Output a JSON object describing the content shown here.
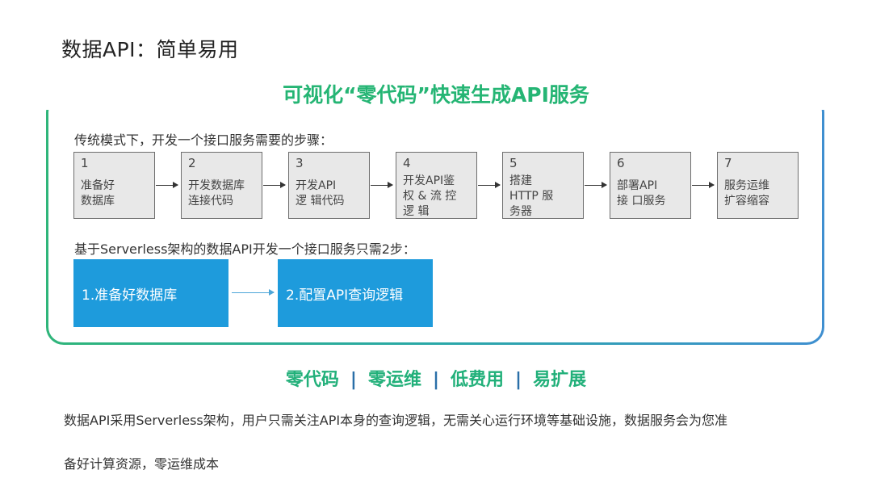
{
  "title": "数据API：简单易用",
  "banner": "可视化“零代码”快速生成API服务",
  "traditional": {
    "heading": "传统模式下，开发一个接口服务需要的步骤：",
    "steps": [
      {
        "num": "1",
        "text": "准备好\n数据库"
      },
      {
        "num": "2",
        "text": "开发数据库\n连接代码"
      },
      {
        "num": "3",
        "text": "开发API\n逻 辑代码"
      },
      {
        "num": "4",
        "text": "开发API鉴\n权 & 流 控\n逻 辑"
      },
      {
        "num": "5",
        "text": "搭建\nHTTP 服\n务器"
      },
      {
        "num": "6",
        "text": "部署API\n接 口服务"
      },
      {
        "num": "7",
        "text": "服务运维\n扩容缩容"
      }
    ]
  },
  "serverless": {
    "heading": "基于Serverless架构的数据API开发一个接口服务只需2步：",
    "steps": [
      {
        "text": "1.准备好数据库"
      },
      {
        "text": "2.配置API查询逻辑"
      }
    ]
  },
  "features": [
    "零代码",
    "零运维",
    "低费用",
    "易扩展"
  ],
  "feature_separator": "|",
  "description": {
    "line1": "数据API采用Serverless架构，用户只需关注API本身的查询逻辑，无需关心运行环境等基础设施，数据服务会为您准",
    "line2": "备好计算资源，零运维成本"
  },
  "colors": {
    "green": "#25b574",
    "blue_box": "#1e9bdc",
    "step_box": "#e8e8e8",
    "separator": "#2a6fa8"
  }
}
